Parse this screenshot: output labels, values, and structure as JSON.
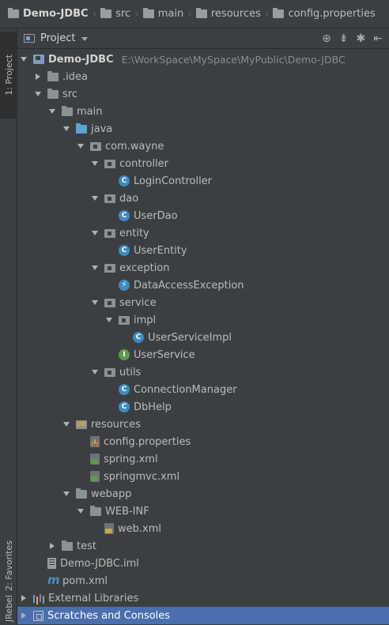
{
  "breadcrumb": [
    {
      "label": "Demo-JDBC",
      "icon": "module-folder-icon"
    },
    {
      "label": "src",
      "icon": "folder-icon"
    },
    {
      "label": "main",
      "icon": "folder-icon"
    },
    {
      "label": "resources",
      "icon": "resources-folder-icon"
    },
    {
      "label": "config.properties",
      "icon": "properties-file-icon"
    }
  ],
  "sidebar_tabs": {
    "project": "1: Project",
    "favorites": "2: Favorites",
    "jrebel": "JRebel"
  },
  "panel": {
    "title": "Project",
    "tools": [
      "sync-icon",
      "collapse-icon",
      "gear-icon",
      "hide-icon"
    ]
  },
  "tree": [
    {
      "label": "Demo-JDBC",
      "path": "E:\\WorkSpace\\MySpace\\MyPublic\\Demo-JDBC",
      "icon": "module",
      "arrow": "down",
      "depth": 0,
      "bold": true
    },
    {
      "label": ".idea",
      "icon": "folder",
      "arrow": "right",
      "depth": 1
    },
    {
      "label": "src",
      "icon": "folder",
      "arrow": "down",
      "depth": 1
    },
    {
      "label": "main",
      "icon": "folder",
      "arrow": "down",
      "depth": 2
    },
    {
      "label": "java",
      "icon": "folder-blue",
      "arrow": "down",
      "depth": 3
    },
    {
      "label": "com.wayne",
      "icon": "package",
      "arrow": "down",
      "depth": 4
    },
    {
      "label": "controller",
      "icon": "package",
      "arrow": "down",
      "depth": 5
    },
    {
      "label": "LoginController",
      "icon": "class",
      "arrow": "none",
      "depth": 6
    },
    {
      "label": "dao",
      "icon": "package",
      "arrow": "down",
      "depth": 5
    },
    {
      "label": "UserDao",
      "icon": "class",
      "arrow": "none",
      "depth": 6
    },
    {
      "label": "entity",
      "icon": "package",
      "arrow": "down",
      "depth": 5
    },
    {
      "label": "UserEntity",
      "icon": "class",
      "arrow": "none",
      "depth": 6
    },
    {
      "label": "exception",
      "icon": "package",
      "arrow": "down",
      "depth": 5
    },
    {
      "label": "DataAccessException",
      "icon": "exception",
      "arrow": "none",
      "depth": 6
    },
    {
      "label": "service",
      "icon": "package",
      "arrow": "down",
      "depth": 5
    },
    {
      "label": "impl",
      "icon": "package",
      "arrow": "down",
      "depth": 6
    },
    {
      "label": "UserServiceImpl",
      "icon": "class",
      "arrow": "none",
      "depth": 7
    },
    {
      "label": "UserService",
      "icon": "interface",
      "arrow": "none",
      "depth": 6
    },
    {
      "label": "utils",
      "icon": "package",
      "arrow": "down",
      "depth": 5
    },
    {
      "label": "ConnectionManager",
      "icon": "class",
      "arrow": "none",
      "depth": 6
    },
    {
      "label": "DbHelp",
      "icon": "class",
      "arrow": "none",
      "depth": 6
    },
    {
      "label": "resources",
      "icon": "resfolder",
      "arrow": "down",
      "depth": 3
    },
    {
      "label": "config.properties",
      "icon": "props",
      "arrow": "none",
      "depth": 4
    },
    {
      "label": "spring.xml",
      "icon": "xml",
      "arrow": "none",
      "depth": 4
    },
    {
      "label": "springmvc.xml",
      "icon": "xml",
      "arrow": "none",
      "depth": 4
    },
    {
      "label": "webapp",
      "icon": "folder",
      "arrow": "down",
      "depth": 3
    },
    {
      "label": "WEB-INF",
      "icon": "folder",
      "arrow": "down",
      "depth": 4
    },
    {
      "label": "web.xml",
      "icon": "webxml",
      "arrow": "none",
      "depth": 5
    },
    {
      "label": "test",
      "icon": "folder",
      "arrow": "right",
      "depth": 2
    },
    {
      "label": "Demo-JDBC.iml",
      "icon": "iml",
      "arrow": "none",
      "depth": 1
    },
    {
      "label": "pom.xml",
      "icon": "maven",
      "arrow": "none",
      "depth": 1
    },
    {
      "label": "External Libraries",
      "icon": "libs",
      "arrow": "right",
      "depth": 0
    },
    {
      "label": "Scratches and Consoles",
      "icon": "scratch",
      "arrow": "right",
      "depth": 0,
      "selected": true
    }
  ],
  "colors": {
    "background": "#3c3f41",
    "selection": "#4b6eaf",
    "class_icon": "#3d8bc1",
    "interface_icon": "#5e9b4a",
    "source_folder": "#5aa4d6"
  }
}
